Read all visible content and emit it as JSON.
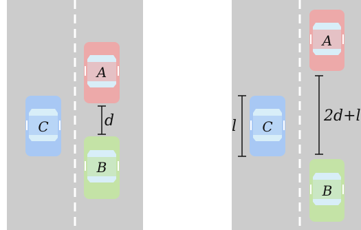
{
  "colors": {
    "road": "#cccccc",
    "lane_line": "#ffffff",
    "car_a": "#eda9a9",
    "car_b": "#c4e3a6",
    "car_c": "#a8c8f4",
    "glass": "#d8eef8",
    "bracket": "#111111"
  },
  "left_panel": {
    "car_a_label": "A",
    "car_b_label": "B",
    "car_c_label": "C",
    "gap_label": "d"
  },
  "right_panel": {
    "car_a_label": "A",
    "car_b_label": "B",
    "car_c_label": "C",
    "gap_label": "2d+l",
    "length_label": "l"
  }
}
